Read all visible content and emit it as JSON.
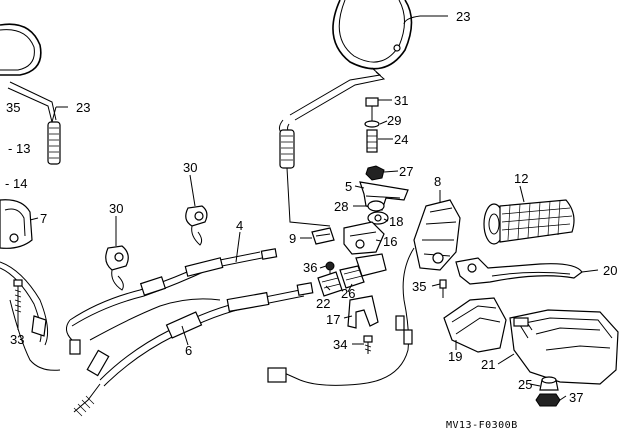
{
  "diagram_code": "MV13-F0300B",
  "callouts": {
    "c4": "4",
    "c5": "5",
    "c6": "6",
    "c7": "7",
    "c8": "8",
    "c9": "9",
    "c12": "12",
    "c13": "13",
    "c14": "14",
    "c16": "16",
    "c17": "17",
    "c18": "18",
    "c19": "19",
    "c20": "20",
    "c21": "21",
    "c22": "22",
    "c23a": "23",
    "c23b": "23",
    "c24": "24",
    "c25": "25",
    "c26": "26",
    "c27": "27",
    "c28": "28",
    "c29": "29",
    "c30a": "30",
    "c30b": "30",
    "c31": "31",
    "c33": "33",
    "c34": "34",
    "c35a": "35",
    "c35b": "35",
    "c36": "36",
    "c37": "37"
  }
}
